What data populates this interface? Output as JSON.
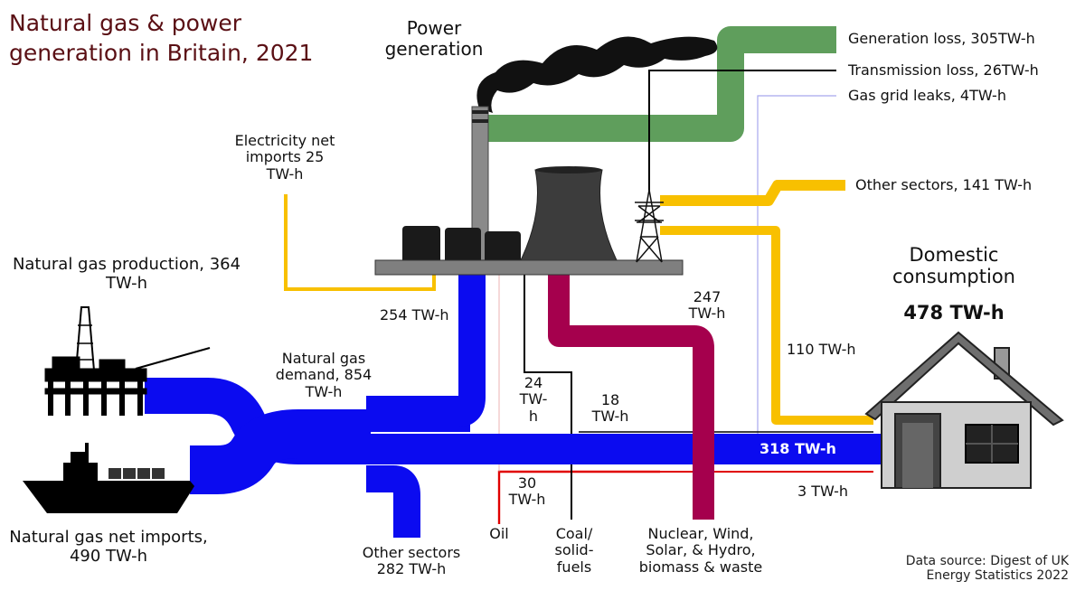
{
  "title": "Natural gas & power generation in Britain, 2021",
  "colors": {
    "natural_gas": "#0b0bf0",
    "nuclear_renewables": "#a5004d",
    "electricity": "#f8c000",
    "generation_loss": "#5f9e5c",
    "oil": "#e00000",
    "coal": "#000000",
    "chimney_smoke": "#111111"
  },
  "icons": {
    "oil_rig": "oil-rig-icon",
    "tanker_ship": "tanker-ship-icon",
    "power_station": "power-station-icon",
    "pylon": "electricity-pylon-icon",
    "house": "house-icon"
  },
  "labels": {
    "power_generation": "Power generation",
    "electricity_imports": "Electricity net imports 25 TW-h",
    "production": "Natural gas production, 364 TW-h",
    "imports": "Natural gas net imports, 490 TW-h",
    "gas_demand": "Natural gas demand, 854 TW-h",
    "gas_to_power": "254 TW-h",
    "gas_other_sectors": "Other sectors 282 TW-h",
    "gas_domestic": "318 TW-h",
    "coal_to_power": "24 TW-h",
    "coal_domestic": "18 TW-h",
    "oil_domestic": "30 TW-h",
    "nuclear_to_power": "247 TW-h",
    "elec_domestic": "110 TW-h",
    "elec_other_sectors": "Other sectors, 141 TW-h",
    "generation_loss": "Generation loss, 305TW-h",
    "transmission_loss": "Transmission loss, 26TW-h",
    "gas_leaks": "Gas grid leaks, 4TW-h",
    "domestic_header": "Domestic consumption",
    "domestic_total": "478 TW-h",
    "elec_import_domestic": "3 TW-h",
    "oil": "Oil",
    "coal": "Coal/ solid- fuels",
    "nuclear": "Nuclear, Wind, Solar, & Hydro, biomass & waste",
    "source": "Data source: Digest of UK Energy Statistics 2022"
  }
}
